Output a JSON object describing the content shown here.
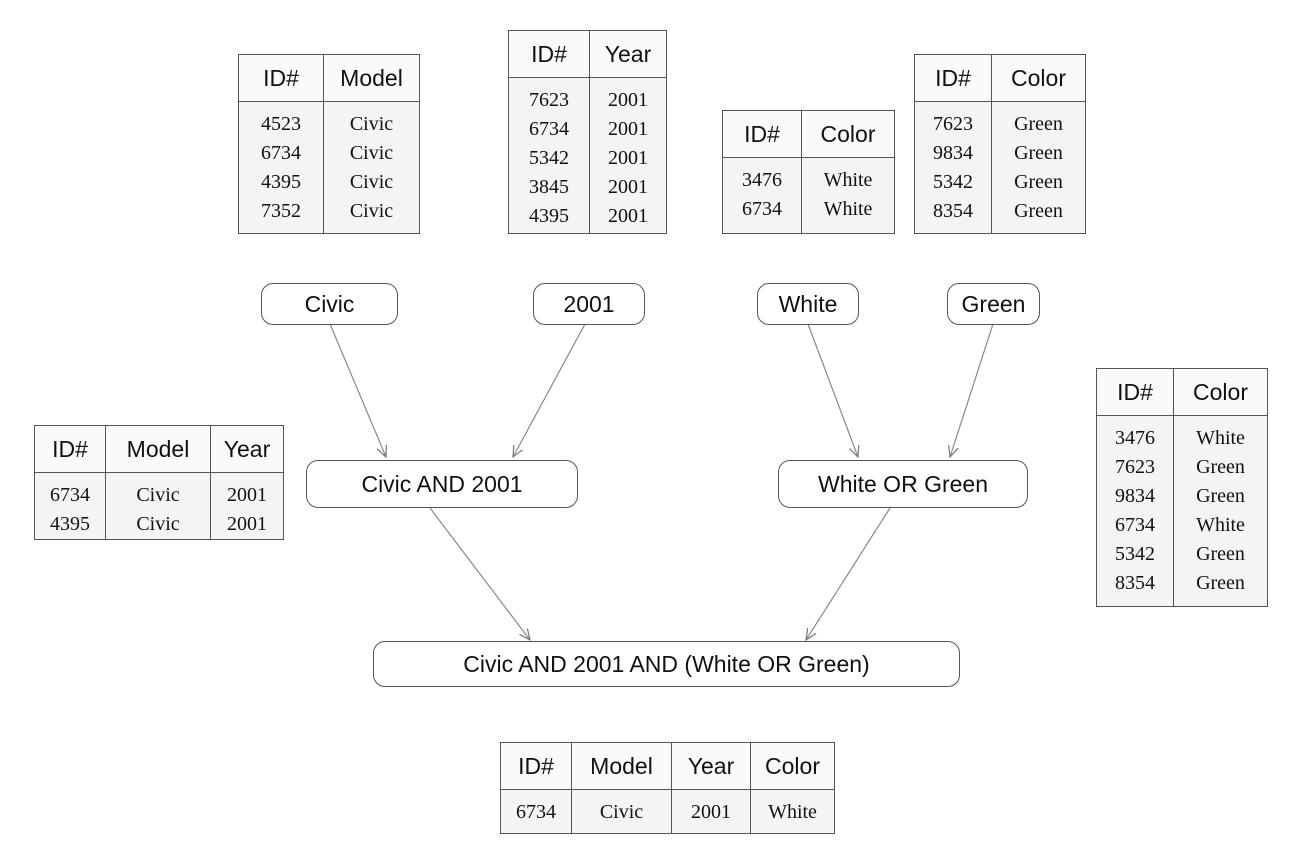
{
  "nodes": {
    "civic": "Civic",
    "year2001": "2001",
    "white": "White",
    "green": "Green",
    "civic_and_2001": "Civic AND 2001",
    "white_or_green": "White OR Green",
    "final": "Civic AND 2001 AND (White OR Green)"
  },
  "tables": {
    "civic": {
      "headers": [
        "ID#",
        "Model"
      ],
      "rows": [
        [
          "4523",
          "Civic"
        ],
        [
          "6734",
          "Civic"
        ],
        [
          "4395",
          "Civic"
        ],
        [
          "7352",
          "Civic"
        ]
      ]
    },
    "year2001": {
      "headers": [
        "ID#",
        "Year"
      ],
      "rows": [
        [
          "7623",
          "2001"
        ],
        [
          "6734",
          "2001"
        ],
        [
          "5342",
          "2001"
        ],
        [
          "3845",
          "2001"
        ],
        [
          "4395",
          "2001"
        ]
      ]
    },
    "white": {
      "headers": [
        "ID#",
        "Color"
      ],
      "rows": [
        [
          "3476",
          "White"
        ],
        [
          "6734",
          "White"
        ]
      ]
    },
    "green": {
      "headers": [
        "ID#",
        "Color"
      ],
      "rows": [
        [
          "7623",
          "Green"
        ],
        [
          "9834",
          "Green"
        ],
        [
          "5342",
          "Green"
        ],
        [
          "8354",
          "Green"
        ]
      ]
    },
    "civic_and_2001": {
      "headers": [
        "ID#",
        "Model",
        "Year"
      ],
      "rows": [
        [
          "6734",
          "Civic",
          "2001"
        ],
        [
          "4395",
          "Civic",
          "2001"
        ]
      ]
    },
    "white_or_green": {
      "headers": [
        "ID#",
        "Color"
      ],
      "rows": [
        [
          "3476",
          "White"
        ],
        [
          "7623",
          "Green"
        ],
        [
          "9834",
          "Green"
        ],
        [
          "6734",
          "White"
        ],
        [
          "5342",
          "Green"
        ],
        [
          "8354",
          "Green"
        ]
      ]
    },
    "final": {
      "headers": [
        "ID#",
        "Model",
        "Year",
        "Color"
      ],
      "rows": [
        [
          "6734",
          "Civic",
          "2001",
          "White"
        ]
      ]
    }
  }
}
